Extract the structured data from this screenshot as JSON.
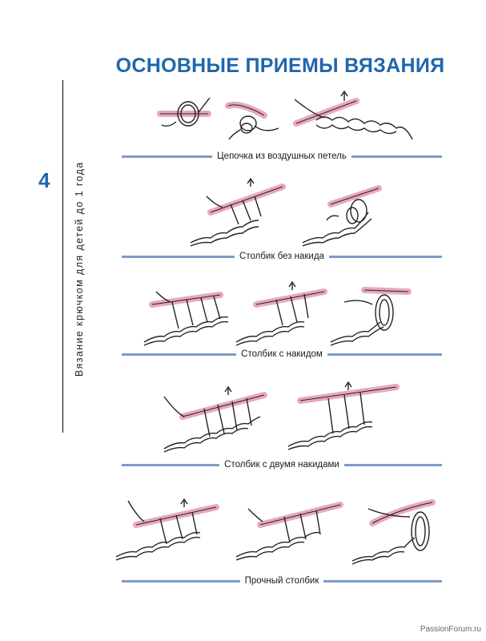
{
  "page": {
    "title": "ОСНОВНЫЕ ПРИЕМЫ ВЯЗАНИЯ",
    "page_number": "4",
    "vertical_title": "Вязание крючком для детей до 1 года",
    "footer": "PassionForum.ru"
  },
  "sections": [
    {
      "caption": "Цепочка из воздушных петель"
    },
    {
      "caption": "Столбик без накида"
    },
    {
      "caption": "Столбик с накидом"
    },
    {
      "caption": "Столбик с двумя накидами"
    },
    {
      "caption": "Прочный столбик"
    }
  ],
  "colors": {
    "title": "#1f66ad",
    "caption_bar": "#7d9cc4",
    "hook": "#e8a7c0",
    "yarn": "#222222"
  }
}
